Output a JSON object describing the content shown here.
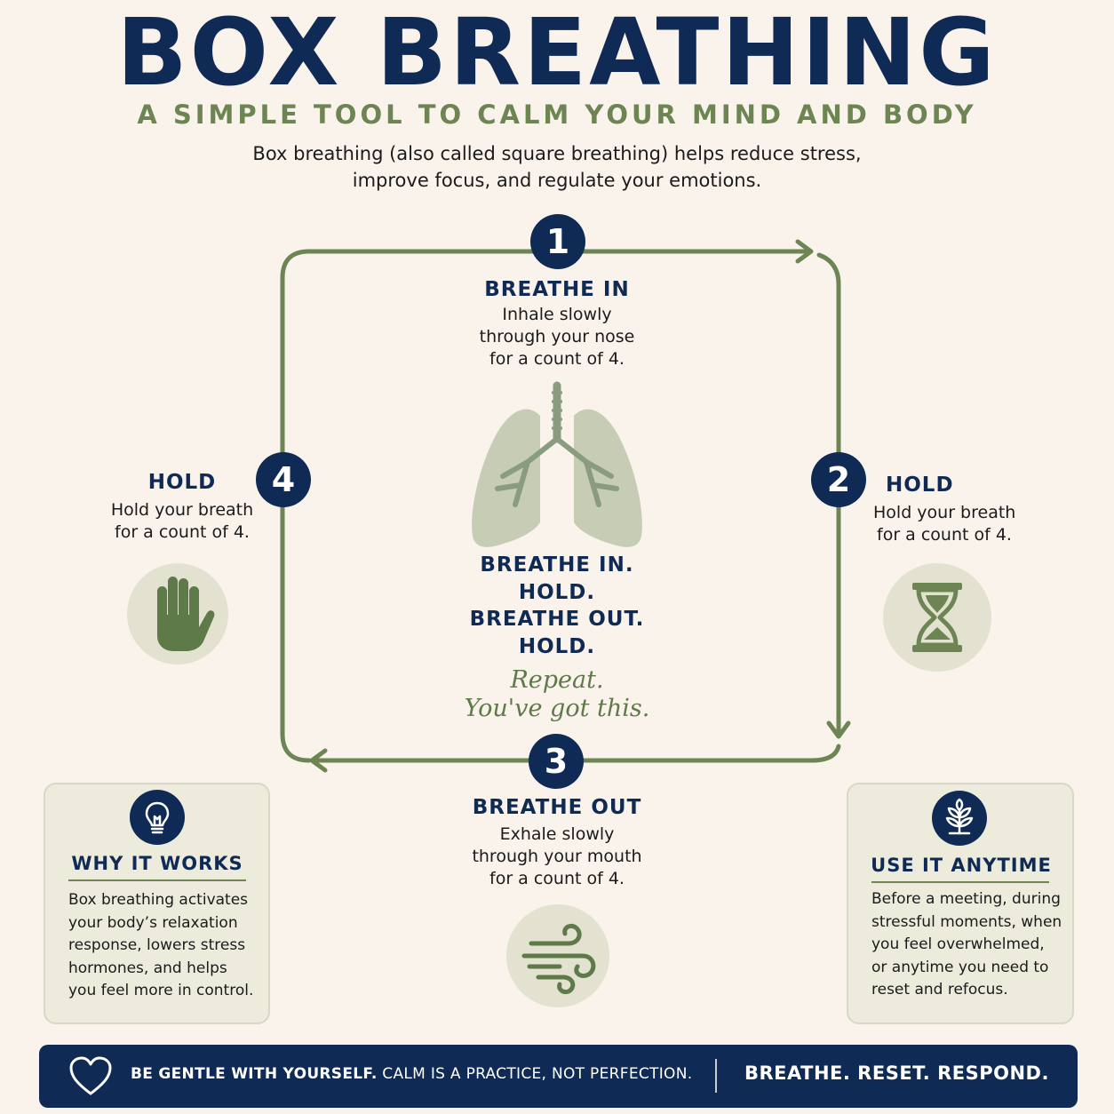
{
  "header": {
    "title": "BOX BREATHING",
    "subtitle": "A SIMPLE TOOL TO CALM YOUR MIND AND BODY",
    "intro_line1": "Box breathing (also called square breathing) helps reduce stress,",
    "intro_line2": "improve focus, and regulate your emotions."
  },
  "steps": [
    {
      "number": "1",
      "title": "BREATHE IN",
      "lines": [
        "Inhale slowly",
        "through your nose",
        "for a count of 4."
      ],
      "icon": "lungs-icon"
    },
    {
      "number": "2",
      "title": "HOLD",
      "lines": [
        "Hold your breath",
        "for a count of 4."
      ],
      "icon": "hourglass-icon"
    },
    {
      "number": "3",
      "title": "BREATHE OUT",
      "lines": [
        "Exhale slowly",
        "through your mouth",
        "for a count of 4."
      ],
      "icon": "wind-icon"
    },
    {
      "number": "4",
      "title": "HOLD",
      "lines": [
        "Hold your breath",
        "for a count of 4."
      ],
      "icon": "hand-icon"
    }
  ],
  "center": {
    "lines": [
      "BREATHE IN.",
      "HOLD.",
      "BREATHE OUT.",
      "HOLD."
    ],
    "script1": "Repeat.",
    "script2": "You've got this."
  },
  "cards": {
    "why": {
      "title": "WHY IT WORKS",
      "icon": "lightbulb-icon",
      "lines": [
        "Box breathing activates",
        "your body’s relaxation",
        "response, lowers stress",
        "hormones, and helps",
        "you feel more in control."
      ]
    },
    "use": {
      "title": "USE IT ANYTIME",
      "icon": "sprout-icon",
      "lines": [
        "Before a meeting, during",
        "stressful moments, when",
        "you feel overwhelmed,",
        "or anytime you need to",
        "reset and refocus."
      ]
    }
  },
  "banner": {
    "bold": "BE GENTLE WITH YOURSELF.",
    "rest": " CALM IS A PRACTICE, NOT PERFECTION.",
    "tagline": "BREATHE. RESET. RESPOND.",
    "icon": "heart-icon"
  },
  "colors": {
    "navy": "#0f2a55",
    "green": "#6d8553",
    "background": "#f9f3ec"
  }
}
